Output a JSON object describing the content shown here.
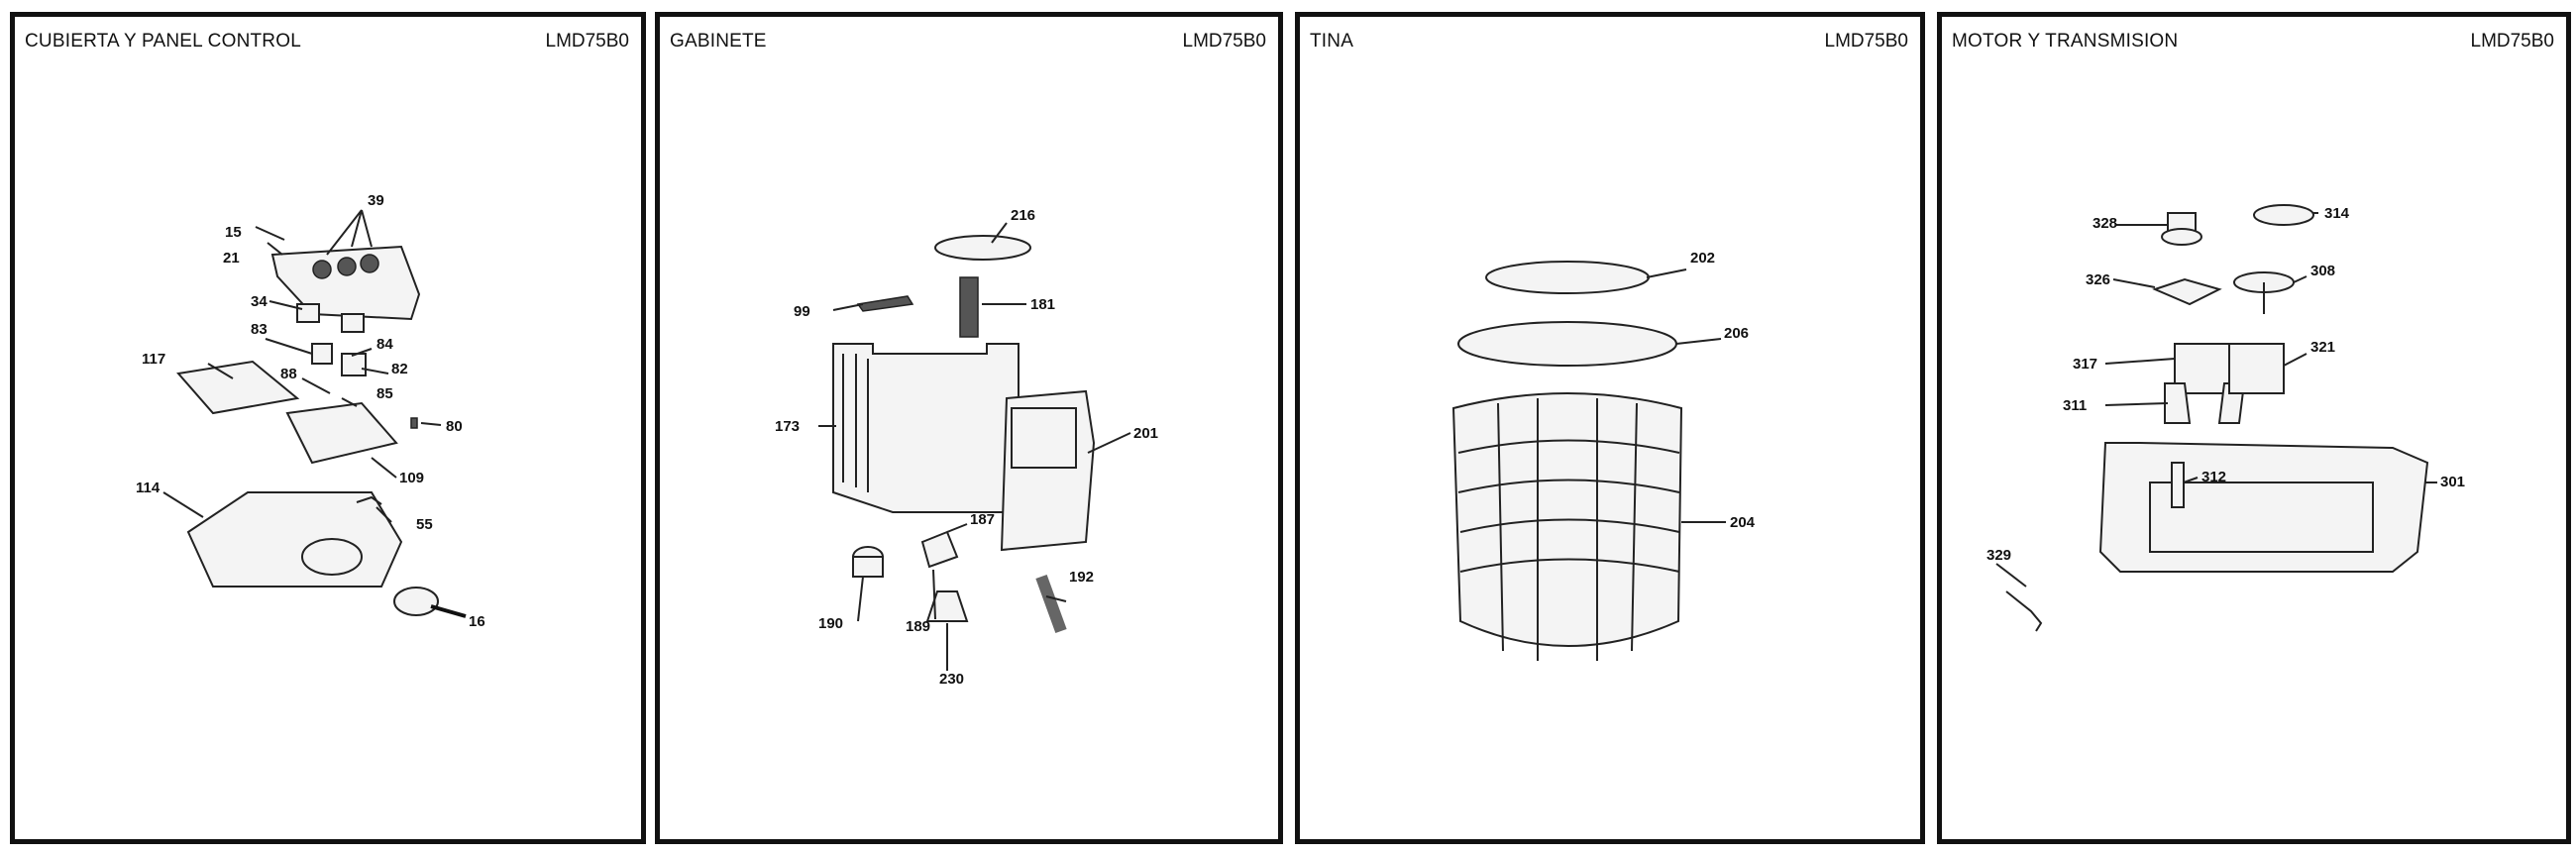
{
  "panels": [
    {
      "title": "CUBIERTA Y PANEL CONTROL",
      "model": "LMD75B0",
      "labels": [
        "39",
        "15",
        "21",
        "34",
        "83",
        "84",
        "117",
        "88",
        "82",
        "85",
        "80",
        "109",
        "114",
        "55",
        "16"
      ]
    },
    {
      "title": "GABINETE",
      "model": "LMD75B0",
      "labels": [
        "216",
        "99",
        "181",
        "173",
        "201",
        "187",
        "192",
        "190",
        "189",
        "230"
      ]
    },
    {
      "title": "TINA",
      "model": "LMD75B0",
      "labels": [
        "202",
        "206",
        "204"
      ]
    },
    {
      "title": "MOTOR Y TRANSMISION",
      "model": "LMD75B0",
      "labels": [
        "328",
        "314",
        "326",
        "308",
        "317",
        "321",
        "311",
        "312",
        "301",
        "329"
      ]
    }
  ]
}
